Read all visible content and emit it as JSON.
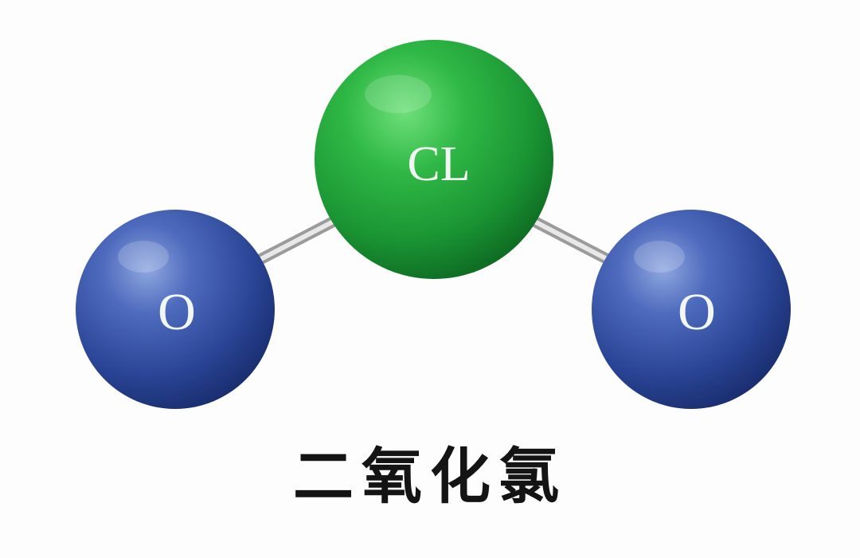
{
  "molecule": {
    "name": "二氧化氯",
    "atoms": {
      "center": {
        "label": "CL",
        "color": "#1f9e3a"
      },
      "left": {
        "label": "O",
        "color": "#2a4596"
      },
      "right": {
        "label": "O",
        "color": "#2a4596"
      }
    },
    "bond_color": "#b8b8b8"
  }
}
